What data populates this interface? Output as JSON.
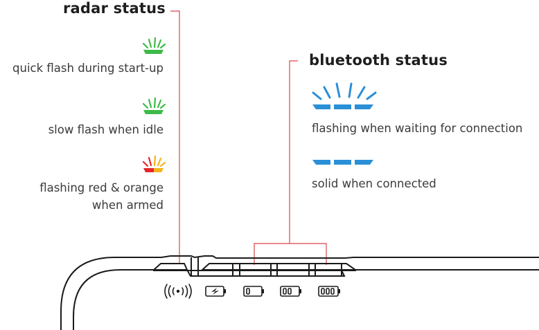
{
  "radar": {
    "title": "radar status",
    "items": [
      {
        "line1": "quick flash during start-up"
      },
      {
        "line1": "slow flash when idle"
      },
      {
        "line1": "flashing red & orange",
        "line2": "when armed"
      }
    ]
  },
  "bluetooth": {
    "title": "bluetooth status",
    "items": [
      {
        "line1": "flashing when waiting for connection"
      },
      {
        "line1": "solid when connected"
      }
    ]
  },
  "colors": {
    "green": "#3dba48",
    "red": "#e3262d",
    "orange": "#f5b21b",
    "blue": "#2a8fd6",
    "leader": "#d9454a",
    "device": "#1a1a1a"
  },
  "device_icons": [
    "radar-signal-icon",
    "battery-charging-icon",
    "battery-one-bar-icon",
    "battery-two-bars-icon",
    "battery-three-bars-icon"
  ]
}
